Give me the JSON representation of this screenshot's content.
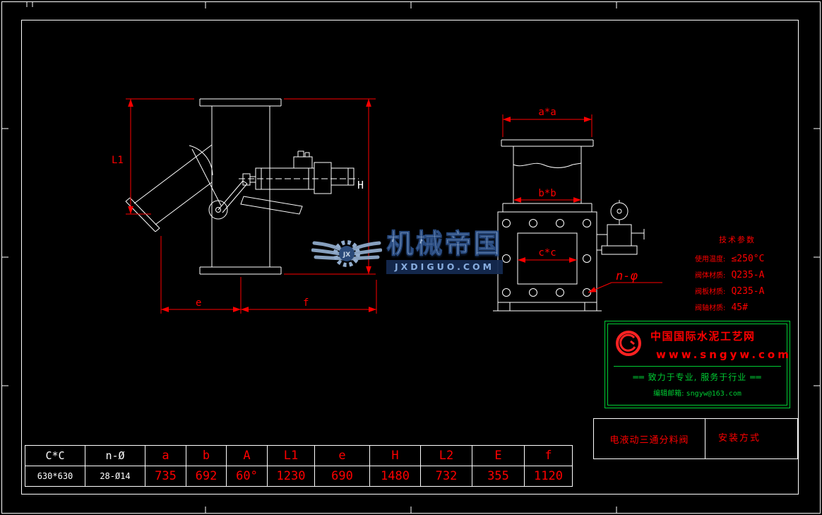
{
  "colors": {
    "background": "#000000",
    "drawing_line": "#ffffff",
    "dimension": "#ff0000",
    "vendor_green": "#00cc33",
    "watermark_blue": "#8fb0d8"
  },
  "watermark": {
    "logo_icon": "winged-gear-logo",
    "brand": "机械帝国",
    "domain": "JXDIGUO.COM"
  },
  "tech_params": {
    "title": "技术参数",
    "rows": [
      {
        "label": "使用温度:",
        "value": "≤250°C"
      },
      {
        "label": "阀体材质:",
        "value": "Q235-A"
      },
      {
        "label": "阀板材质:",
        "value": "Q235-A"
      },
      {
        "label": "阀轴材质:",
        "value": "45#"
      }
    ]
  },
  "vendor": {
    "logo_icon": "cement-net-logo",
    "site_name": "中国国际水泥工艺网",
    "site_url": "www.sngyw.com",
    "slogan": "══ 致力于专业, 服务于行业 ══",
    "contact_label": "编辑邮箱:",
    "contact_email": "sngyw@163.com"
  },
  "title_block": {
    "drawing_title": "电液动三通分料阀",
    "view_label": "安装方式"
  },
  "dimensions": {
    "L1": "L1",
    "H": "H",
    "e": "e",
    "f": "f",
    "aa": "a*a",
    "bb": "b*b",
    "cc": "c*c",
    "n_phi": "n-φ"
  },
  "spec_table": {
    "headers": [
      "C*C",
      "n-Ø",
      "a",
      "b",
      "A",
      "L1",
      "e",
      "H",
      "L2",
      "E",
      "f"
    ],
    "values": [
      "630*630",
      "28-Ø14",
      "735",
      "692",
      "60°",
      "1230",
      "690",
      "1480",
      "732",
      "355",
      "1120"
    ]
  }
}
